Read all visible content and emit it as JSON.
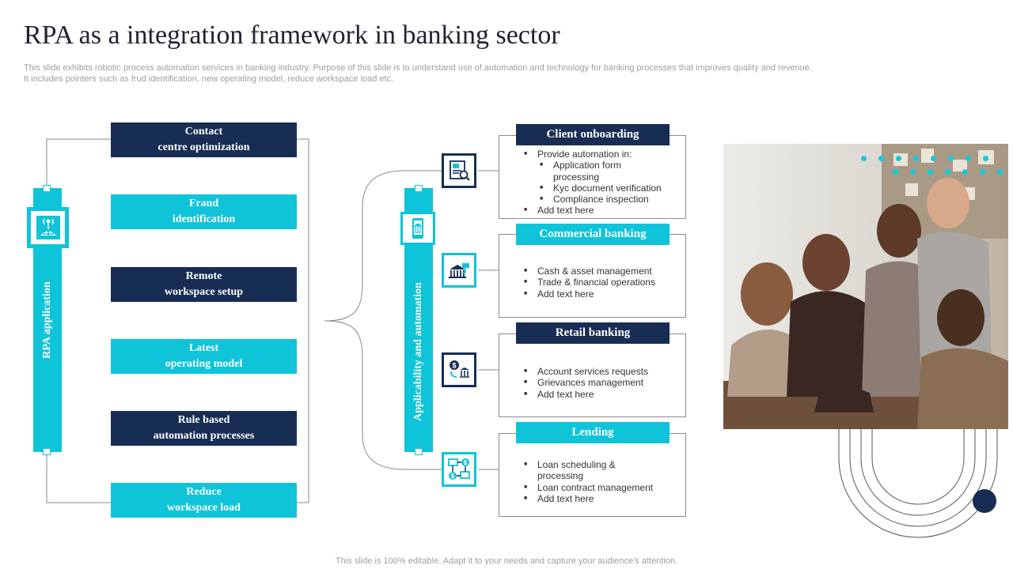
{
  "slide": {
    "title": "RPA as a integration  framework in banking sector",
    "subtitle_lines": [
      "This slide exhibits robotic process automation services in banking industry. Purpose of this slide is to understand use of automation and technology for banking processes that improves quality and revenue.",
      "It includes pointers such as frud identification, new operating model, reduce workspace load etc."
    ],
    "footer": "This slide is 100% editable. Adapt it to your needs and capture your audience's attention."
  },
  "left": {
    "bar_label": "RPA application",
    "boxes": [
      {
        "line1": "Contact",
        "line2": "centre optimization"
      },
      {
        "line1": "Fraud",
        "line2": "identification"
      },
      {
        "line1": "Remote",
        "line2": "workspace setup"
      },
      {
        "line1": "Latest",
        "line2": "operating model"
      },
      {
        "line1": "Rule based",
        "line2": "automation processes"
      },
      {
        "line1": "Reduce",
        "line2": "workspace load"
      }
    ]
  },
  "center": {
    "bar_label": "Applicability  and automation"
  },
  "panels": [
    {
      "title": "Client onboarding",
      "bullets": {
        "b0": "Provide automation in:",
        "s0": "Application form",
        "s0b": "processing",
        "s1": "Kyc document verification",
        "s2": "Compliance inspection",
        "b1": "Add text here"
      }
    },
    {
      "title": "Commercial  banking",
      "bullets": [
        "Cash & asset management",
        "Trade & financial operations",
        "Add text here"
      ]
    },
    {
      "title": "Retail banking",
      "bullets": [
        "Account services requests",
        "Grievances management",
        "Add text here"
      ]
    },
    {
      "title": "Lending",
      "bullets": {
        "b0": "Loan scheduling &",
        "b0b": "processing",
        "b1": "Loan contract management",
        "b2": "Add text here"
      }
    }
  ],
  "icons": [
    "gear-cloud-icon",
    "mobile-bank-icon",
    "document-search-icon",
    "bank-card-icon",
    "money-bank-icon",
    "network-dollar-icon"
  ],
  "colors": {
    "navy": "#182d54",
    "cyan": "#0fc4d8",
    "title": "#1e2330"
  }
}
